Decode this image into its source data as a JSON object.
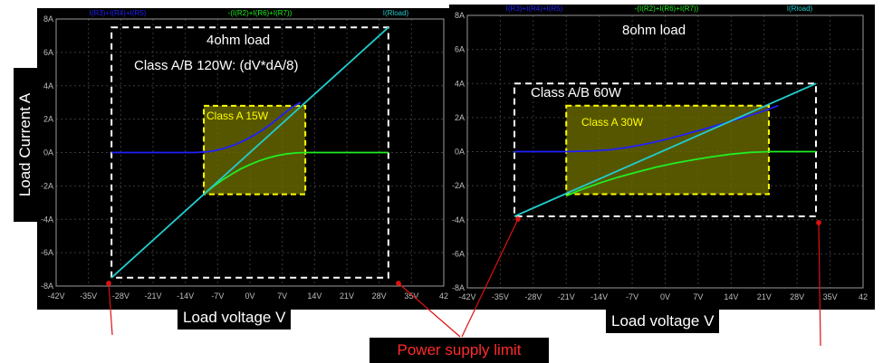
{
  "ylabel": "Load Current A",
  "xlabel": "Load voltage V",
  "power_supply_label": "Power supply limit",
  "colors": {
    "background": "#000000",
    "grid": "#3a3a3a",
    "frame": "#9a9a9a",
    "supply": "#2020ff",
    "return": "#22ee22",
    "load": "#22cccc",
    "class_a_fill": "#6b6b00",
    "class_a_border": "#ffff00",
    "box_white": "#ffffff",
    "arrow": "#dd1111"
  },
  "chart_data": [
    {
      "type": "line",
      "legend": [
        "I(R3)+I(R4)+I(R5)",
        "-(I(R2)+I(R6)+I(R7))",
        "I(Rload)"
      ],
      "x_ticks": [
        "-42V",
        "-35V",
        "-28V",
        "-21V",
        "-14V",
        "-7V",
        "0V",
        "7V",
        "14V",
        "21V",
        "28V",
        "35V",
        "42"
      ],
      "y_ticks": [
        "8A",
        "6A",
        "4A",
        "2A",
        "0A",
        "-2A",
        "-4A",
        "-6A",
        "-8A"
      ],
      "xlim": [
        -42,
        42
      ],
      "ylim": [
        -8,
        8
      ],
      "series": [
        {
          "name": "I(R3)+I(R4)+I(R5)",
          "color_key": "supply",
          "x": [
            -30,
            -20,
            -12,
            -9,
            -7,
            -5,
            -3,
            -1,
            1,
            3,
            5,
            7,
            9,
            11
          ],
          "y": [
            0,
            0,
            0,
            0.05,
            0.15,
            0.3,
            0.5,
            0.75,
            1.05,
            1.4,
            1.8,
            2.25,
            2.7,
            3.0
          ]
        },
        {
          "name": "-(I(R2)+I(R6)+I(R7))",
          "color_key": "return",
          "x": [
            -10,
            -8,
            -6,
            -4,
            -2,
            0,
            2,
            4,
            6,
            8,
            10,
            12,
            20,
            30
          ],
          "y": [
            -2.5,
            -2.05,
            -1.65,
            -1.3,
            -0.98,
            -0.72,
            -0.5,
            -0.32,
            -0.18,
            -0.08,
            -0.02,
            0,
            0,
            0
          ]
        },
        {
          "name": "I(Rload)",
          "color_key": "load",
          "x": [
            -30,
            30
          ],
          "y": [
            -7.5,
            7.5
          ]
        }
      ],
      "annotations": {
        "load": "4ohm load",
        "class_ab": "Class A/B 120W: (dV*dA/8)",
        "class_a": "Class A 15W"
      },
      "class_ab_box": {
        "x": [
          -30,
          30
        ],
        "y": [
          -7.5,
          7.5
        ]
      },
      "class_a_box": {
        "x": [
          -10,
          12
        ],
        "y": [
          -2.5,
          2.8
        ]
      }
    },
    {
      "type": "line",
      "legend": [
        "I(R3)+I(R4)+I(R5)",
        "-(I(R2)+I(R6)+I(R7))",
        "I(Rload)"
      ],
      "x_ticks": [
        "-42V",
        "-35V",
        "-28V",
        "-21V",
        "-14V",
        "-7V",
        "0V",
        "7V",
        "14V",
        "21V",
        "28V",
        "35V",
        "42"
      ],
      "y_ticks": [
        "8A",
        "6A",
        "4A",
        "2A",
        "0A",
        "-2A",
        "-4A",
        "-6A",
        "-8A"
      ],
      "xlim": [
        -42,
        42
      ],
      "ylim": [
        -8,
        8
      ],
      "series": [
        {
          "name": "I(R3)+I(R4)+I(R5)",
          "color_key": "supply",
          "x": [
            -32,
            -25,
            -21,
            -16,
            -12,
            -8,
            -4,
            0,
            4,
            8,
            12,
            16,
            20,
            24
          ],
          "y": [
            0,
            0,
            0,
            0.03,
            0.1,
            0.25,
            0.45,
            0.7,
            1.0,
            1.3,
            1.62,
            1.95,
            2.3,
            2.7
          ]
        },
        {
          "name": "-(I(R2)+I(R6)+I(R7))",
          "color_key": "return",
          "x": [
            -21,
            -18,
            -14,
            -10,
            -6,
            -2,
            2,
            6,
            10,
            14,
            18,
            22,
            26,
            32
          ],
          "y": [
            -2.6,
            -2.25,
            -1.85,
            -1.5,
            -1.2,
            -0.92,
            -0.68,
            -0.48,
            -0.3,
            -0.15,
            -0.05,
            0,
            0,
            0
          ]
        },
        {
          "name": "I(Rload)",
          "color_key": "load",
          "x": [
            -32,
            32
          ],
          "y": [
            -3.8,
            4.0
          ]
        }
      ],
      "annotations": {
        "load": "8ohm load",
        "class_ab": "Class A/B 60W",
        "class_a": "Class A 30W"
      },
      "class_ab_box": {
        "x": [
          -32,
          32
        ],
        "y": [
          -3.8,
          4.0
        ]
      },
      "class_a_box": {
        "x": [
          -21,
          22
        ],
        "y": [
          -2.5,
          2.7
        ]
      }
    }
  ]
}
